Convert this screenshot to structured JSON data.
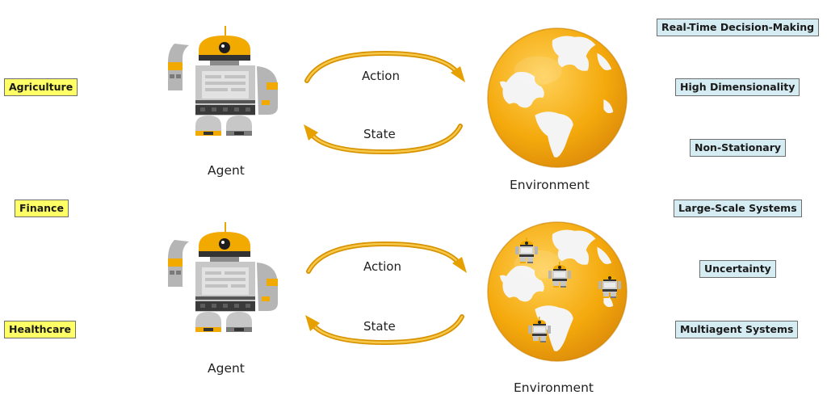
{
  "domains": [
    "Agriculture",
    "Finance",
    "Healthcare"
  ],
  "challenges": [
    "Real-Time Decision-Making",
    "High Dimensionality",
    "Non-Stationary",
    "Large-Scale Systems",
    "Uncertainty",
    "Multiagent Systems"
  ],
  "top": {
    "agent_label": "Agent",
    "action_label": "Action",
    "state_label": "State",
    "environment_label": "Environment"
  },
  "bottom": {
    "agent_label": "Agent",
    "action_label": "Action",
    "state_label": "State",
    "environment_label": "Environment"
  },
  "colors": {
    "accent": "#f2a900",
    "domain_bg": "#ffff66",
    "challenge_bg": "#d6ecf3",
    "robot_gray": "#b9b9b9"
  },
  "icons": [
    "robot-icon",
    "globe-icon",
    "curved-arrow-icon",
    "mini-robot-icon"
  ]
}
